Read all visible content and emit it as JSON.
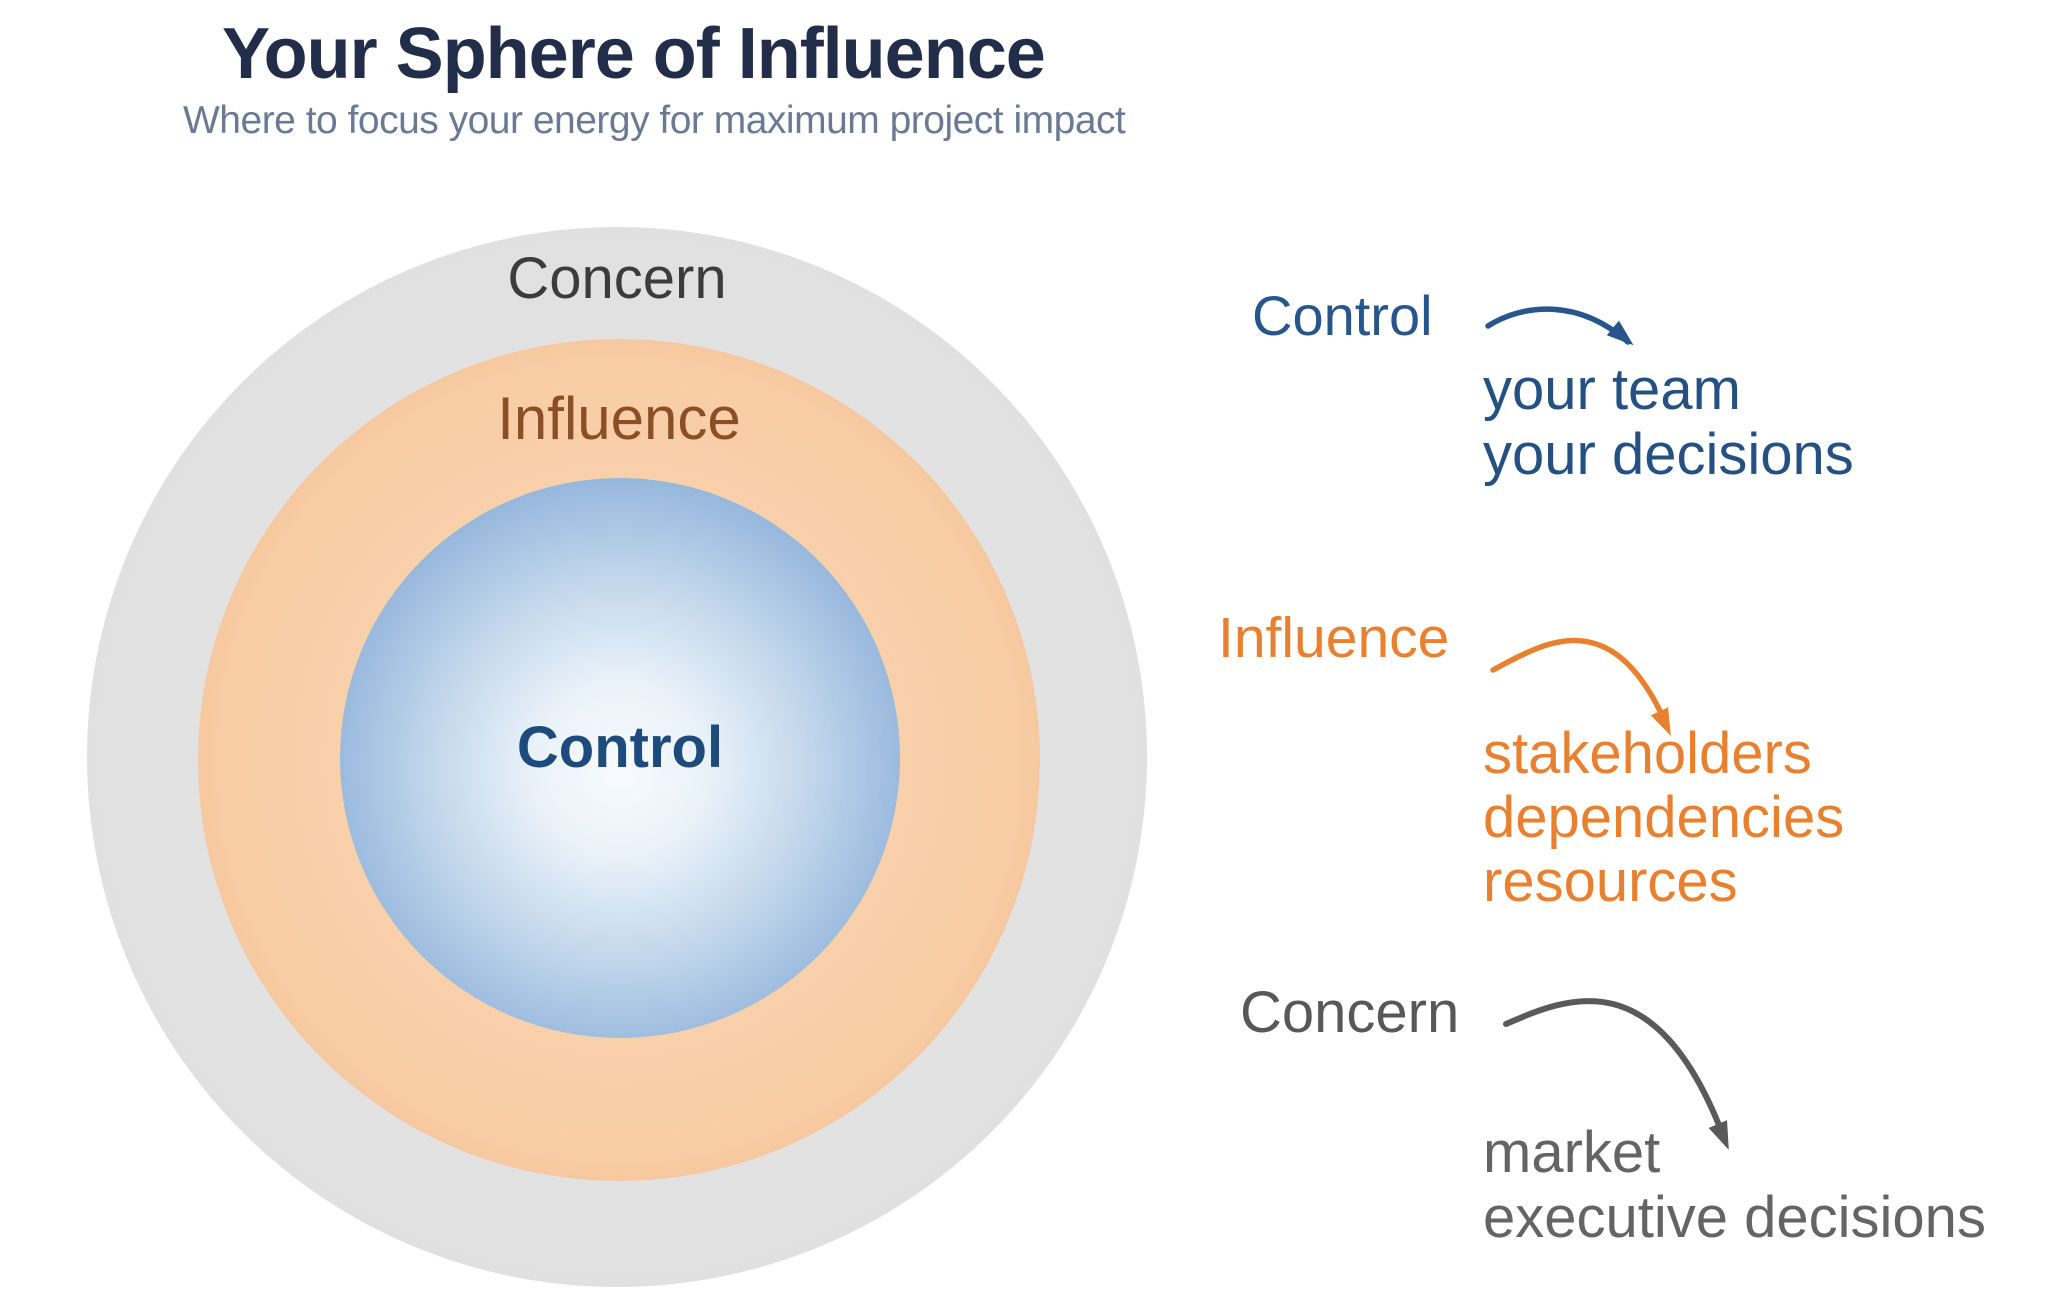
{
  "header": {
    "title": "Your Sphere of Influence",
    "subtitle": "Where to focus your energy for maximum project impact"
  },
  "diagram": {
    "rings": [
      {
        "id": "concern",
        "label": "Concern",
        "text_color": "#3c3c3c",
        "fill": "#dedede"
      },
      {
        "id": "influence",
        "label": "Influence",
        "text_color": "#8b4e26",
        "fill": "#f3bd8e"
      },
      {
        "id": "control",
        "label": "Control",
        "text_color": "#1d4b7c",
        "fill": "#8fb3da"
      }
    ]
  },
  "legend": {
    "groups": [
      {
        "name": "control",
        "label": "Control",
        "color": "#27568c",
        "arrow_icon": "curved-arrow-down-right",
        "items": [
          "your team",
          "your decisions"
        ]
      },
      {
        "name": "influence",
        "label": "Influence",
        "color": "#e8802f",
        "arrow_icon": "curved-arrow-down-right",
        "items": [
          "stakeholders",
          "dependencies",
          "resources"
        ]
      },
      {
        "name": "concern",
        "label": "Concern",
        "color": "#5a5a5a",
        "arrow_icon": "curved-arrow-down-right",
        "items": [
          "market",
          "executive decisions"
        ]
      }
    ]
  }
}
